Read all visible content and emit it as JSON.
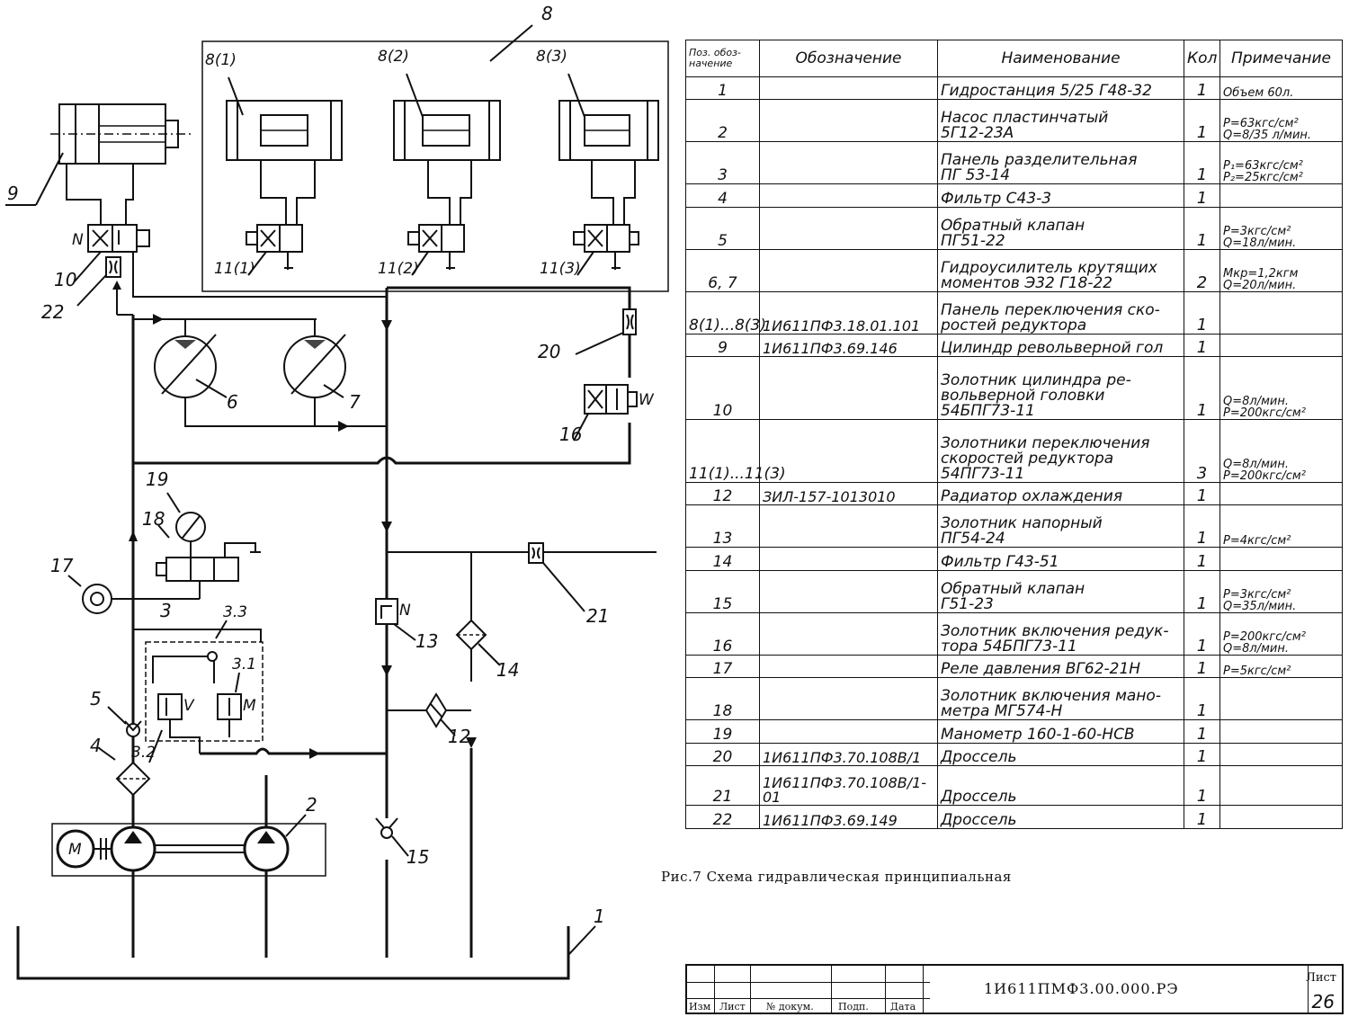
{
  "diagram_labels": {
    "l1": "1",
    "l2": "2",
    "l3": "3",
    "l33": "3.3",
    "l31": "3.1",
    "l32": "3.2",
    "l4": "4",
    "l5": "5",
    "l6": "6",
    "l7": "7",
    "l8": "8",
    "l81": "8(1)",
    "l82": "8(2)",
    "l83": "8(3)",
    "l9": "9",
    "l10": "10",
    "l111": "11(1)",
    "l112": "11(2)",
    "l113": "11(3)",
    "l12": "12",
    "l13": "13",
    "l14": "14",
    "l15": "15",
    "l16": "16",
    "l17": "17",
    "l18": "18",
    "l19": "19",
    "l20": "20",
    "l21": "21",
    "l22": "22",
    "n_top": "N",
    "n_13": "N",
    "w_16": "W",
    "v_32": "V",
    "m_31": "M",
    "motor": "M"
  },
  "table": {
    "headers": {
      "pos": "Поз. обоз-\nначение",
      "designation": "Обозначение",
      "name": "Наименование",
      "qty": "Кол",
      "note": "Примечание"
    },
    "rows": [
      {
        "pos": "1",
        "designation": "",
        "name": "Гидростанция 5/25 Г48-32",
        "qty": "1",
        "note": "Объем 60л."
      },
      {
        "pos": "2",
        "designation": "",
        "name": "Насос пластинчатый\n5Г12-23А",
        "qty": "1",
        "note": "P=63кгс/см²\nQ=8/35 л/мин."
      },
      {
        "pos": "3",
        "designation": "",
        "name": "Панель разделительная\nПГ 53-14",
        "qty": "1",
        "note": "P₁=63кгс/см²\nP₂=25кгс/см²"
      },
      {
        "pos": "4",
        "designation": "",
        "name": "Фильтр С43-3",
        "qty": "1",
        "note": ""
      },
      {
        "pos": "5",
        "designation": "",
        "name": "Обратный клапан\nПГ51-22",
        "qty": "1",
        "note": "P=3кгс/см²\nQ=18л/мин."
      },
      {
        "pos": "6, 7",
        "designation": "",
        "name": "Гидроусилитель крутящих\nмоментов Э32 Г18-22",
        "qty": "2",
        "note": "Мкр=1,2кгм\nQ=20л/мин."
      },
      {
        "pos": "8(1)...8(3)",
        "designation": "1И611ПФ3.18.01.101",
        "name": "Панель переключения ско-\nростей редуктора",
        "qty": "1",
        "note": ""
      },
      {
        "pos": "9",
        "designation": "1И611ПФ3.69.146",
        "name": "Цилиндр револьверной гол",
        "qty": "1",
        "note": ""
      },
      {
        "pos": "10",
        "designation": "",
        "name": "Золотник цилиндра ре-\nвольверной головки 54БПГ73-11",
        "qty": "1",
        "note": "Q=8л/мин.\nP=200кгс/см²"
      },
      {
        "pos": "11(1)...11(3)",
        "designation": "",
        "name": "Золотники переключения\nскоростей редуктора 54ПГ73-11",
        "qty": "3",
        "note": "Q=8л/мин.\nP=200кгс/см²"
      },
      {
        "pos": "12",
        "designation": "ЗИЛ-157-1013010",
        "name": "Радиатор охлаждения",
        "qty": "1",
        "note": ""
      },
      {
        "pos": "13",
        "designation": "",
        "name": "Золотник напорный\nПГ54-24",
        "qty": "1",
        "note": "P=4кгс/см²"
      },
      {
        "pos": "14",
        "designation": "",
        "name": "Фильтр Г43-51",
        "qty": "1",
        "note": ""
      },
      {
        "pos": "15",
        "designation": "",
        "name": "Обратный клапан\nГ51-23",
        "qty": "1",
        "note": "P=3кгс/см²\nQ=35л/мин."
      },
      {
        "pos": "16",
        "designation": "",
        "name": "Золотник включения редук-\nтора 54БПГ73-11",
        "qty": "1",
        "note": "P=200кгс/см²\nQ=8л/мин."
      },
      {
        "pos": "17",
        "designation": "",
        "name": "Реле давления ВГ62-21Н",
        "qty": "1",
        "note": "P=5кгс/см²"
      },
      {
        "pos": "18",
        "designation": "",
        "name": "Золотник включения мано-\nметра МГ574-Н",
        "qty": "1",
        "note": ""
      },
      {
        "pos": "19",
        "designation": "",
        "name": "Манометр 160-1-60-НСВ",
        "qty": "1",
        "note": ""
      },
      {
        "pos": "20",
        "designation": "1И611ПФ3.70.108В/1",
        "name": "Дроссель",
        "qty": "1",
        "note": ""
      },
      {
        "pos": "21",
        "designation": "1И611ПФ3.70.108В/1-01",
        "name": "Дроссель",
        "qty": "1",
        "note": ""
      },
      {
        "pos": "22",
        "designation": "1И611ПФ3.69.149",
        "name": "Дроссель",
        "qty": "1",
        "note": ""
      }
    ]
  },
  "caption": "Рис.7  Схема гидравлическая принципиальная",
  "title_block": {
    "document_number": "1И611ПМФ3.00.000.РЭ",
    "sheet_label": "Лист",
    "sheet_number": "26",
    "columns": [
      "Изм",
      "Лист",
      "№ докум.",
      "Подп.",
      "Дата"
    ]
  }
}
